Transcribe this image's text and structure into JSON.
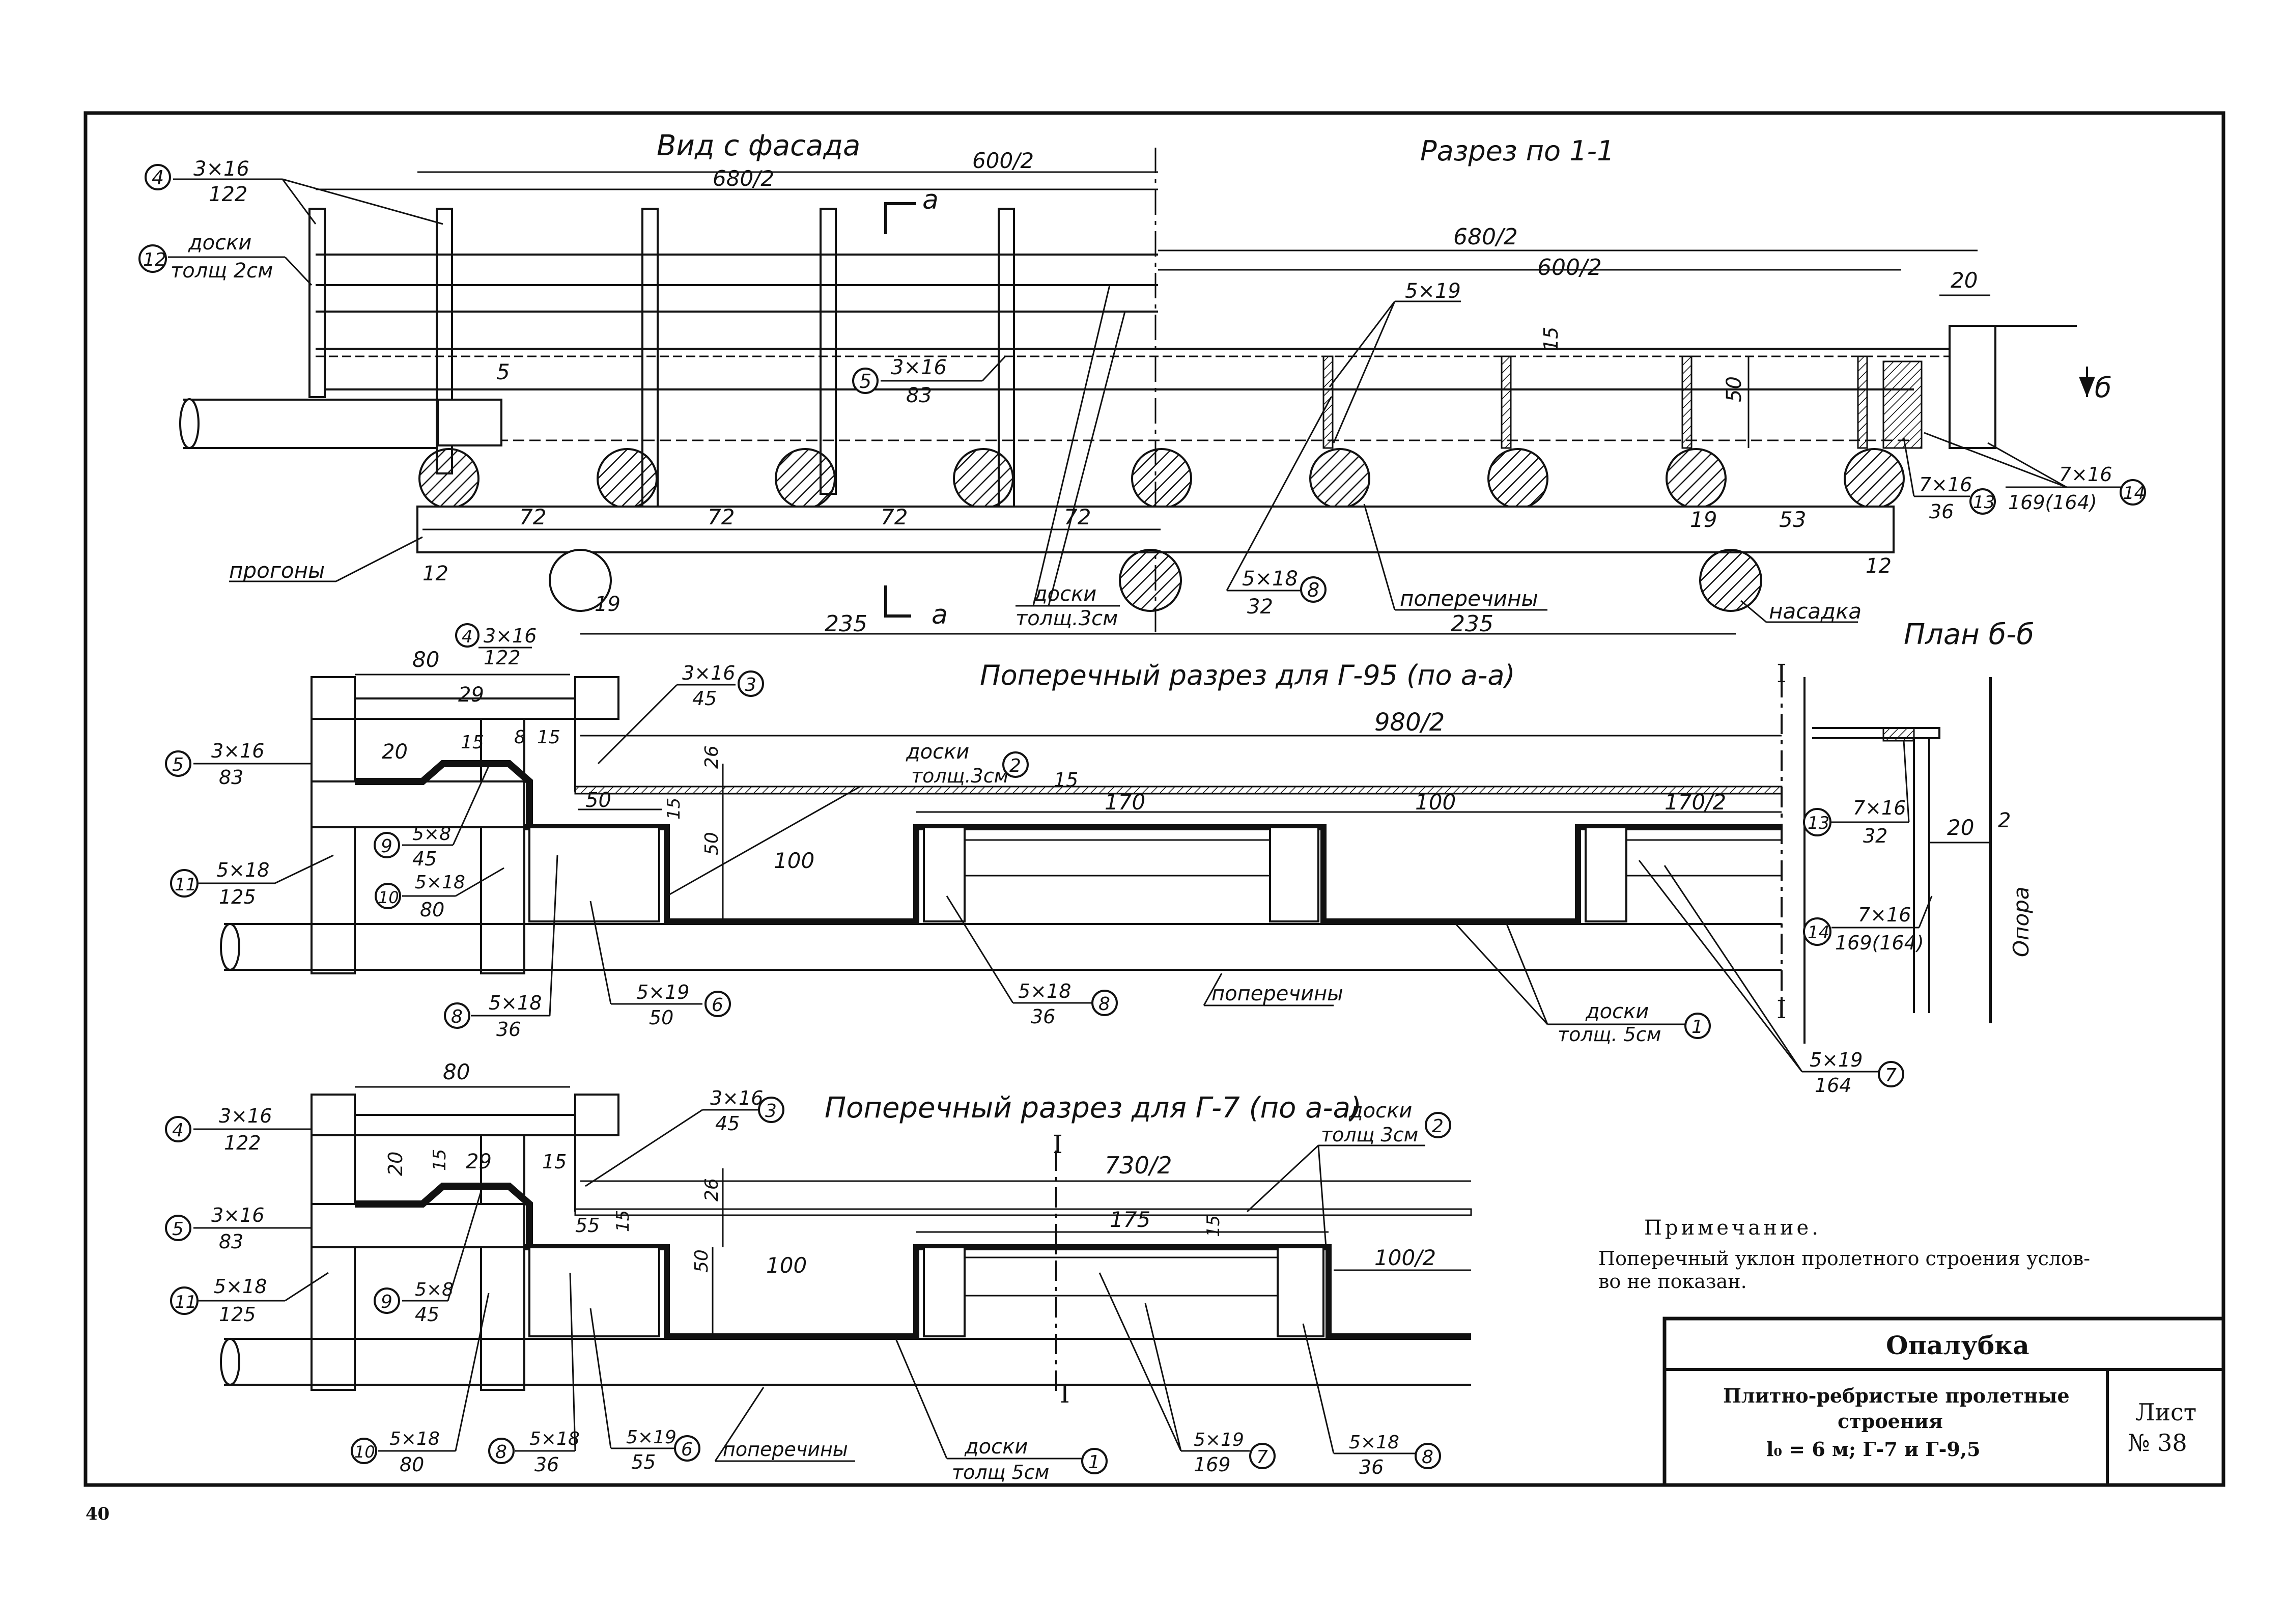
{
  "views": {
    "facade_title": "Вид с фасада",
    "section_11_title": "Разрез по 1-1",
    "cross_g95_title": "Поперечный разрез для Г-95 (по а-а)",
    "cross_g7_title": "Поперечный разрез для Г-7 (по а-а)",
    "plan_bb_title": "План б-б"
  },
  "facade": {
    "dim_680_2_a": "680/2",
    "dim_600_2_a": "600/2",
    "dim_680_2_b": "680/2",
    "dim_600_2_b": "600/2",
    "dim_20": "20",
    "dim_5": "5",
    "dim_15": "15",
    "dim_50": "50",
    "dim_72": [
      "72",
      "72",
      "72",
      "72"
    ],
    "dim_12_left": "12",
    "dim_12_right": "12",
    "dim_19_left": "19",
    "dim_19_right": "19",
    "dim_53": "53",
    "dim_235_left": "235",
    "dim_235_right": "235",
    "marker_a_top": "а",
    "marker_a_bottom": "а",
    "marker_b": "б",
    "label_progony": "прогоны",
    "label_doski_3": [
      "доски",
      "толщ.3см"
    ],
    "label_poperechiny": "поперечины",
    "label_nasadka": "насадка",
    "label_doski_2": [
      "доски",
      "толщ 2см"
    ],
    "label_4": {
      "num": "4",
      "top": "3×16",
      "bottom": "122"
    },
    "label_12": {
      "num": "12"
    },
    "label_5": {
      "num": "5",
      "top": "3×16",
      "bottom": "83"
    },
    "label_519": "5×19",
    "label_8": {
      "num": "8",
      "top": "5×18",
      "bottom": "32"
    },
    "label_13": {
      "num": "13",
      "top": "7×16",
      "bottom": "36"
    },
    "label_14": {
      "num": "14",
      "top": "7×16",
      "bottom": "169(164)"
    }
  },
  "g95": {
    "dim_80": "80",
    "dim_29": "29",
    "dim_20": "20",
    "dim_15a": "15",
    "dim_8": "8",
    "dim_15b": "15",
    "dim_26": "26",
    "dim_50a": "50",
    "dim_15c": "15",
    "dim_50b": "50",
    "dim_100a": "100",
    "dim_980_2": "980/2",
    "dim_15d": "15",
    "dim_170": "170",
    "dim_100b": "100",
    "dim_170_2": "170/2",
    "section_mark_top": "I",
    "section_mark_bottom": "I",
    "label_4": {
      "num": "4",
      "top": "3×16",
      "bottom": "122"
    },
    "label_3": {
      "num": "3",
      "top": "3×16",
      "bottom": "45"
    },
    "label_5": {
      "num": "5",
      "top": "3×16",
      "bottom": "83"
    },
    "label_2": {
      "num": "2",
      "lines": [
        "доски",
        "толщ.3см"
      ]
    },
    "label_11": {
      "num": "11",
      "top": "5×18",
      "bottom": "125"
    },
    "label_9": {
      "num": "9",
      "top": "5×8",
      "bottom": "45"
    },
    "label_10": {
      "num": "10",
      "top": "5×18",
      "bottom": "80"
    },
    "label_8a": {
      "num": "8",
      "top": "5×18",
      "bottom": "36"
    },
    "label_6": {
      "num": "6",
      "top": "5×19",
      "bottom": "50"
    },
    "label_8b": {
      "num": "8",
      "top": "5×18",
      "bottom": "36"
    },
    "label_poperechiny": "поперечины",
    "label_1": {
      "num": "1",
      "lines": [
        "доски",
        "толщ. 5см"
      ]
    },
    "label_7": {
      "num": "7",
      "top": "5×19",
      "bottom": "164"
    }
  },
  "plan": {
    "label_13": {
      "num": "13",
      "top": "7×16",
      "bottom": "32"
    },
    "label_14": {
      "num": "14",
      "top": "7×16",
      "bottom": "169(164)"
    },
    "dim_20": "20",
    "mark_2": "2",
    "label_opora": "Опора"
  },
  "g7": {
    "dim_80": "80",
    "dim_20": "20",
    "dim_15a": "15",
    "dim_29": "29",
    "dim_15b": "15",
    "dim_26": "26",
    "dim_55": "55",
    "dim_15c": "15",
    "dim_50": "50",
    "dim_100": "100",
    "dim_730_2": "730/2",
    "dim_175": "175",
    "dim_15d": "15",
    "dim_100_2": "100/2",
    "section_mark_top": "I",
    "section_mark_bottom": "I",
    "label_4": {
      "num": "4",
      "top": "3×16",
      "bottom": "122"
    },
    "label_5": {
      "num": "5",
      "top": "3×16",
      "bottom": "83"
    },
    "label_11": {
      "num": "11",
      "top": "5×18",
      "bottom": "125"
    },
    "label_9": {
      "num": "9",
      "top": "5×8",
      "bottom": "45"
    },
    "label_3": {
      "num": "3",
      "top": "3×16",
      "bottom": "45"
    },
    "label_2": {
      "num": "2",
      "lines": [
        "доски",
        "толщ 3см"
      ]
    },
    "label_10": {
      "num": "10",
      "top": "5×18",
      "bottom": "80"
    },
    "label_8a": {
      "num": "8",
      "top": "5×18",
      "bottom": "36"
    },
    "label_6": {
      "num": "6",
      "top": "5×19",
      "bottom": "55"
    },
    "label_poperechiny": "поперечины",
    "label_1": {
      "num": "1",
      "lines": [
        "доски",
        "толщ 5см"
      ]
    },
    "label_7": {
      "num": "7",
      "top": "5×19",
      "bottom": "169"
    },
    "label_8b": {
      "num": "8",
      "top": "5×18",
      "bottom": "36"
    }
  },
  "note": {
    "title": "Примечание.",
    "line1": "Поперечный уклон пролетного строения услов-",
    "line2": "во не показан."
  },
  "title_block": {
    "heading": "Опалубка",
    "desc_line1": "Плитно-ребристые пролетные",
    "desc_line2": "строения",
    "desc_line3": "l₀ = 6 м; Г-7 и Г-9,5",
    "sheet_label": "Лист",
    "sheet_number": "№ 38"
  },
  "page_number": "40"
}
